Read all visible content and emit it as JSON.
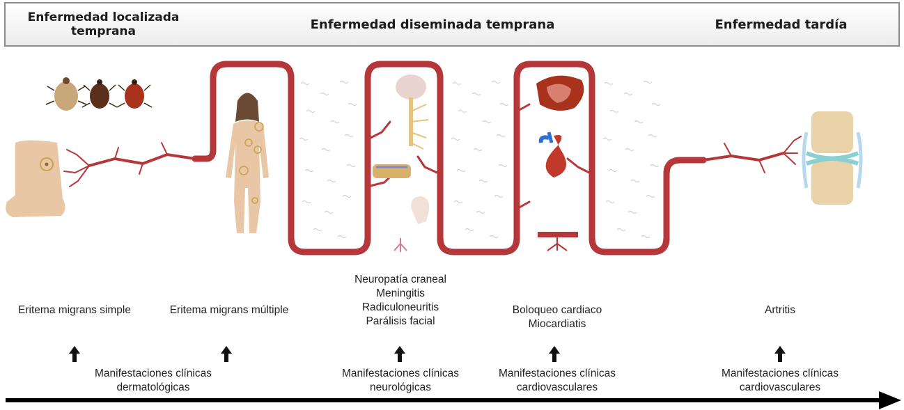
{
  "headers": {
    "early_local": [
      "Enfermedad localizada",
      "temprana"
    ],
    "early_disseminated": "Enfermedad diseminada temprana",
    "late": "Enfermedad tardía"
  },
  "manifestations": {
    "em_simple": "Eritema migrans simple",
    "em_multiple": "Eritema migrans múltiple",
    "neuro": [
      "Neuropatía craneal",
      "Meningitis",
      "Radiculoneuritis",
      "Parálisis facial"
    ],
    "cardio": [
      "Boloqueo cardiaco",
      "Miocardiatis"
    ],
    "arthritis": "Artritis"
  },
  "categories": {
    "derm": [
      "Manifestaciones clínicas",
      "dermatológicas"
    ],
    "neuro": [
      "Manifestaciones clínicas",
      "neurológicas"
    ],
    "cardio": [
      "Manifestaciones clínicas",
      "cardiovasculares"
    ],
    "late": [
      "Manifestaciones clínicas",
      "cardiovasculares"
    ]
  },
  "colors": {
    "vessel": "#b5373a",
    "vessel_light": "#e8a6a6",
    "skin": "#e9c6a6",
    "header_border": "#8c8c8c",
    "timeline": "#000000"
  }
}
